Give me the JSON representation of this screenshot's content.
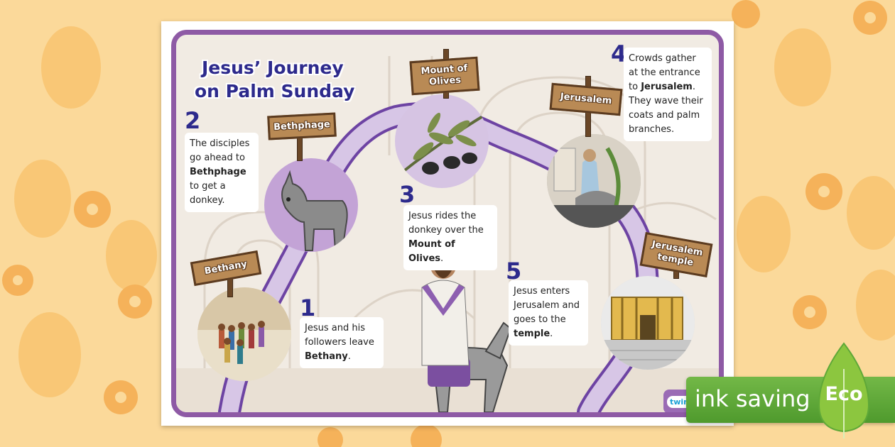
{
  "colors": {
    "background": "#fbd99a",
    "egg": "#f9c776",
    "flower": "#f5b25a",
    "frame": "#8e5aa5",
    "title": "#2d2a8c",
    "path": "#c8b4d9",
    "sign": "#b98a55",
    "eco_green": "#5fa838"
  },
  "poster": {
    "title_line1": "Jesus’ Journey",
    "title_line2": "on Palm Sunday",
    "signs": {
      "bethany": "Bethany",
      "bethphage": "Bethphage",
      "mount_line1": "Mount of",
      "mount_line2": "Olives",
      "jerusalem": "Jerusalem",
      "temple_line1": "Jerusalem",
      "temple_line2": "temple"
    },
    "steps": [
      {
        "number": "1",
        "text_before": "Jesus and his followers leave ",
        "bold": "Bethany",
        "text_after": "."
      },
      {
        "number": "2",
        "text_before": "The disciples go ahead to ",
        "bold": "Bethphage",
        "text_after": " to get a donkey."
      },
      {
        "number": "3",
        "text_before": "Jesus rides the donkey over the ",
        "bold": "Mount of Olives",
        "text_after": "."
      },
      {
        "number": "4",
        "text_before": "Crowds gather at the entrance to ",
        "bold": "Jerusalem",
        "text_after": ". They wave their coats and palm branches."
      },
      {
        "number": "5",
        "text_before": "Jesus enters Jerusalem and goes to the ",
        "bold": "temple",
        "text_after": "."
      }
    ],
    "logo": "twinkl"
  },
  "badge": {
    "label": "ink saving",
    "eco": "Eco",
    "icon": "leaf-icon"
  }
}
